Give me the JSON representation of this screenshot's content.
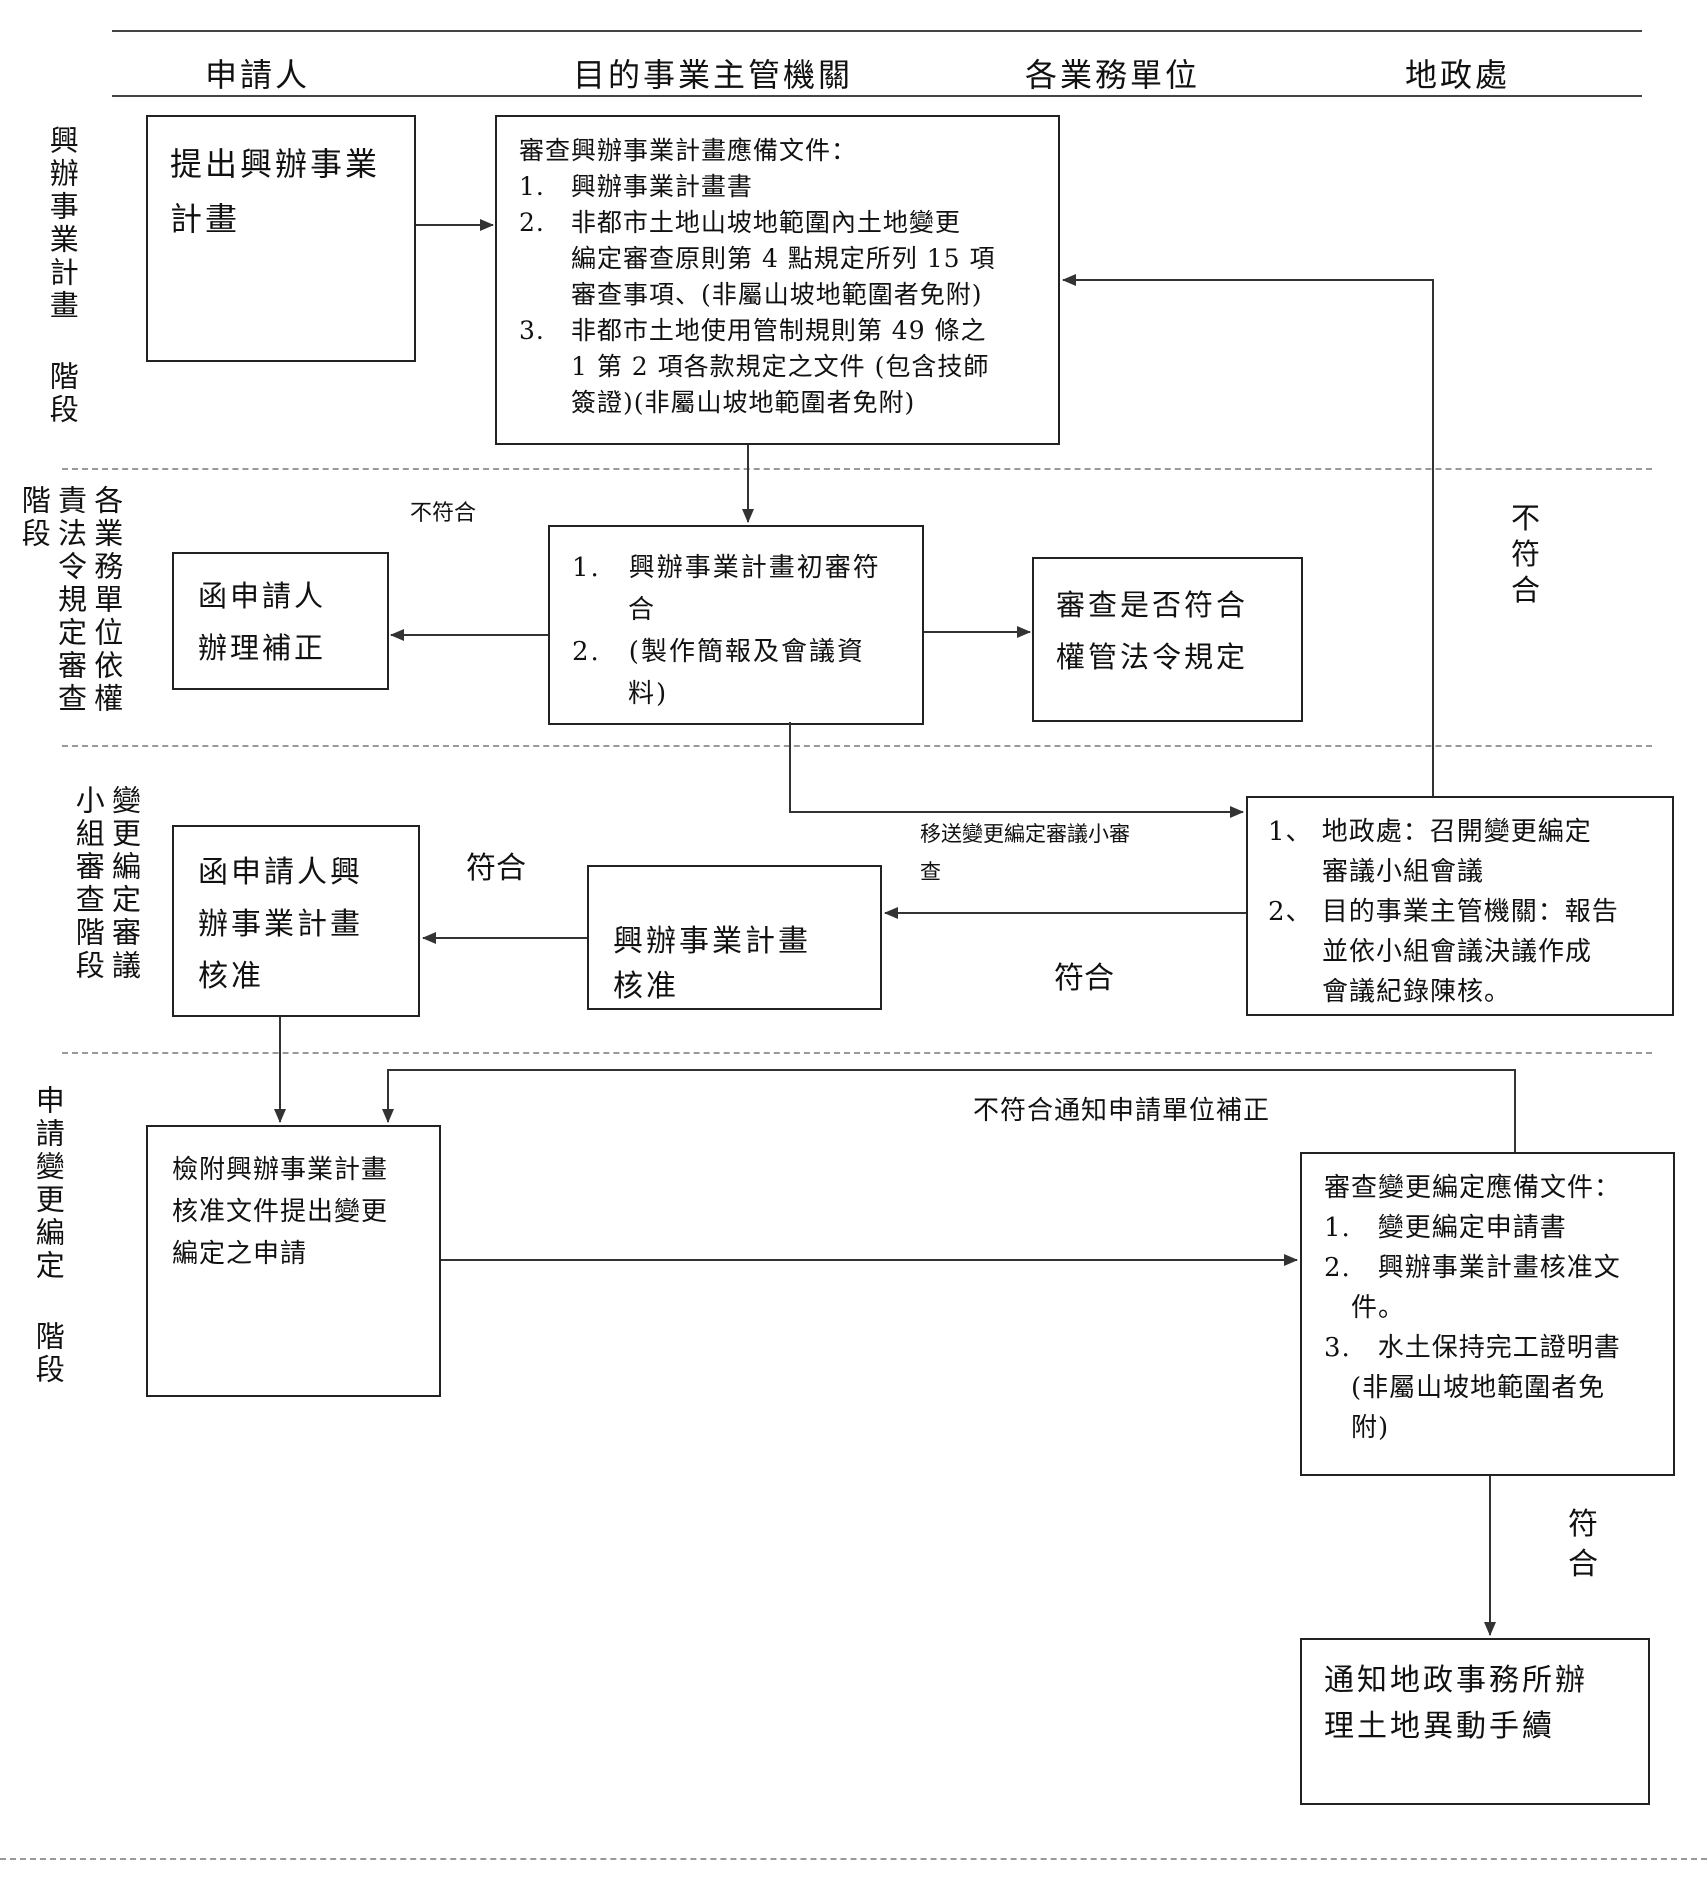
{
  "columns": [
    "申請人",
    "目的事業主管機關",
    "各業務單位",
    "地政處"
  ],
  "stages": {
    "s1": "興辦事業計畫\n階段",
    "s2": "各業務單位依權責法令規定審查\n階段",
    "s3": "變更編定審議小組審查階段",
    "s4": "申請變更編定\n階段"
  },
  "boxes": {
    "b1": "提出興辦事業\n計畫",
    "b2": "審查興辦事業計畫應備文件：\n1.　興辦事業計畫書\n2.　非都市土地山坡地範圍內土地變更\n　　編定審查原則第 4 點規定所列 15 項\n　　審查事項、(非屬山坡地範圍者免附)\n3.　非都市土地使用管制規則第 49 條之\n　　1 第 2 項各款規定之文件 (包含技師\n　　簽證)(非屬山坡地範圍者免附)",
    "b3": "函申請人\n辦理補正",
    "b4": "1.　興辦事業計畫初審符\n　　合\n2.　(製作簡報及會議資\n　　料)",
    "b5": "審查是否符合\n權管法令規定",
    "b6": "1、 地政處：召開變更編定\n　　審議小組會議\n2、 目的事業主管機關：報告\n　　並依小組會議決議作成\n　　會議紀錄陳核。",
    "b7": "函申請人興\n辦事業計畫\n核准",
    "b8": "興辦事業計畫\n核准",
    "b9": "檢附興辦事業計畫\n核准文件提出變更\n編定之申請",
    "b10": "審查變更編定應備文件：\n1.　變更編定申請書\n2.　興辦事業計畫核准文\n　件。\n3.　水土保持完工證明書\n　(非屬山坡地範圍者免\n　附)",
    "b11": "通知地政事務所辦\n理土地異動手續"
  },
  "labels": {
    "l1": "不符合",
    "l2": "不符合",
    "l3": "移送變更編定審議小審\n查",
    "l4": "符合",
    "l5": "符合",
    "l6": "不符合通知申請單位補正",
    "l7": "符合"
  }
}
